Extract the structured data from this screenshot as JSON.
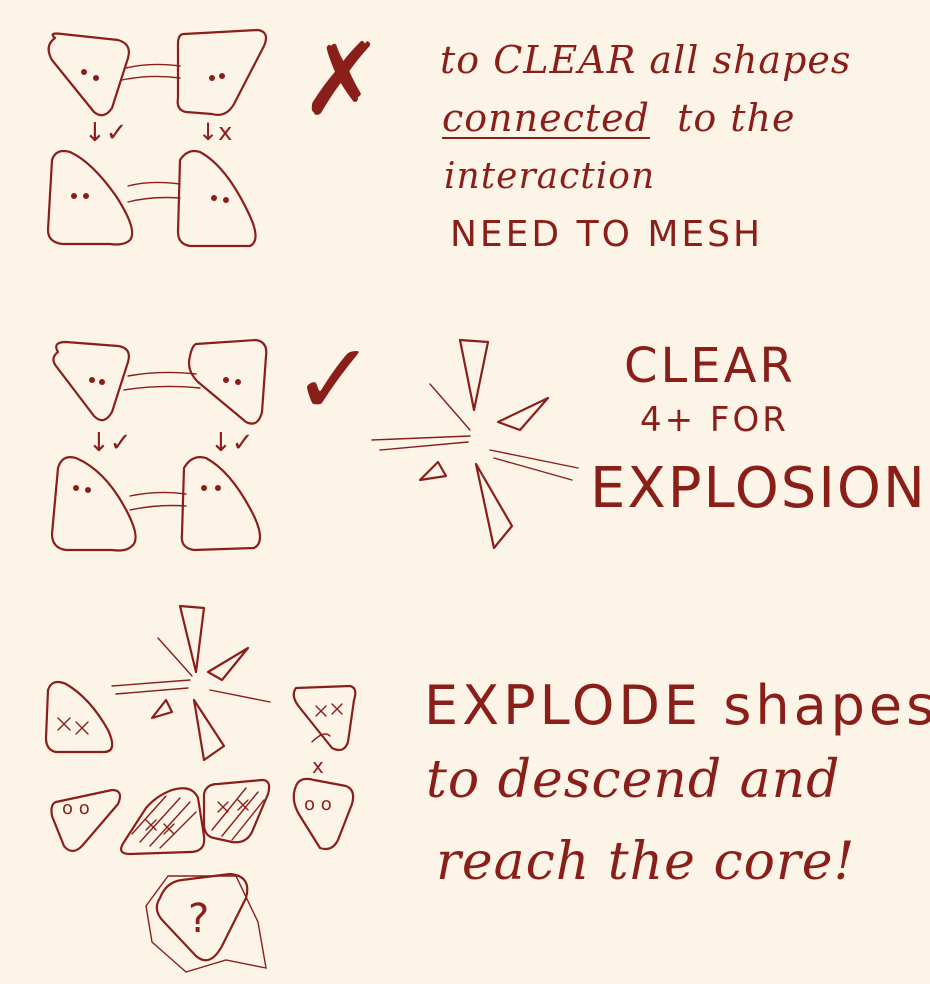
{
  "panel1": {
    "line1": "to CLEAR all shapes",
    "line2_underlined": "connected",
    "line2_rest": "to the",
    "line3": "interaction",
    "line4": "NEED TO MESH",
    "left_mark": "↓✓",
    "right_mark": "↓x",
    "verdict": "✗"
  },
  "panel2": {
    "line1": "CLEAR",
    "line2": "4+ FOR",
    "line3": "EXPLOSION!",
    "left_mark": "↓✓",
    "right_mark": "↓✓",
    "verdict": "✓"
  },
  "panel3": {
    "line1": "EXPLODE shapes",
    "line2": "to descend and",
    "line3": "reach the core!",
    "core_symbol": "?",
    "x_mark": "x"
  },
  "colors": {
    "ink": "#8a1f1a",
    "paper": "#fdf4e8"
  }
}
